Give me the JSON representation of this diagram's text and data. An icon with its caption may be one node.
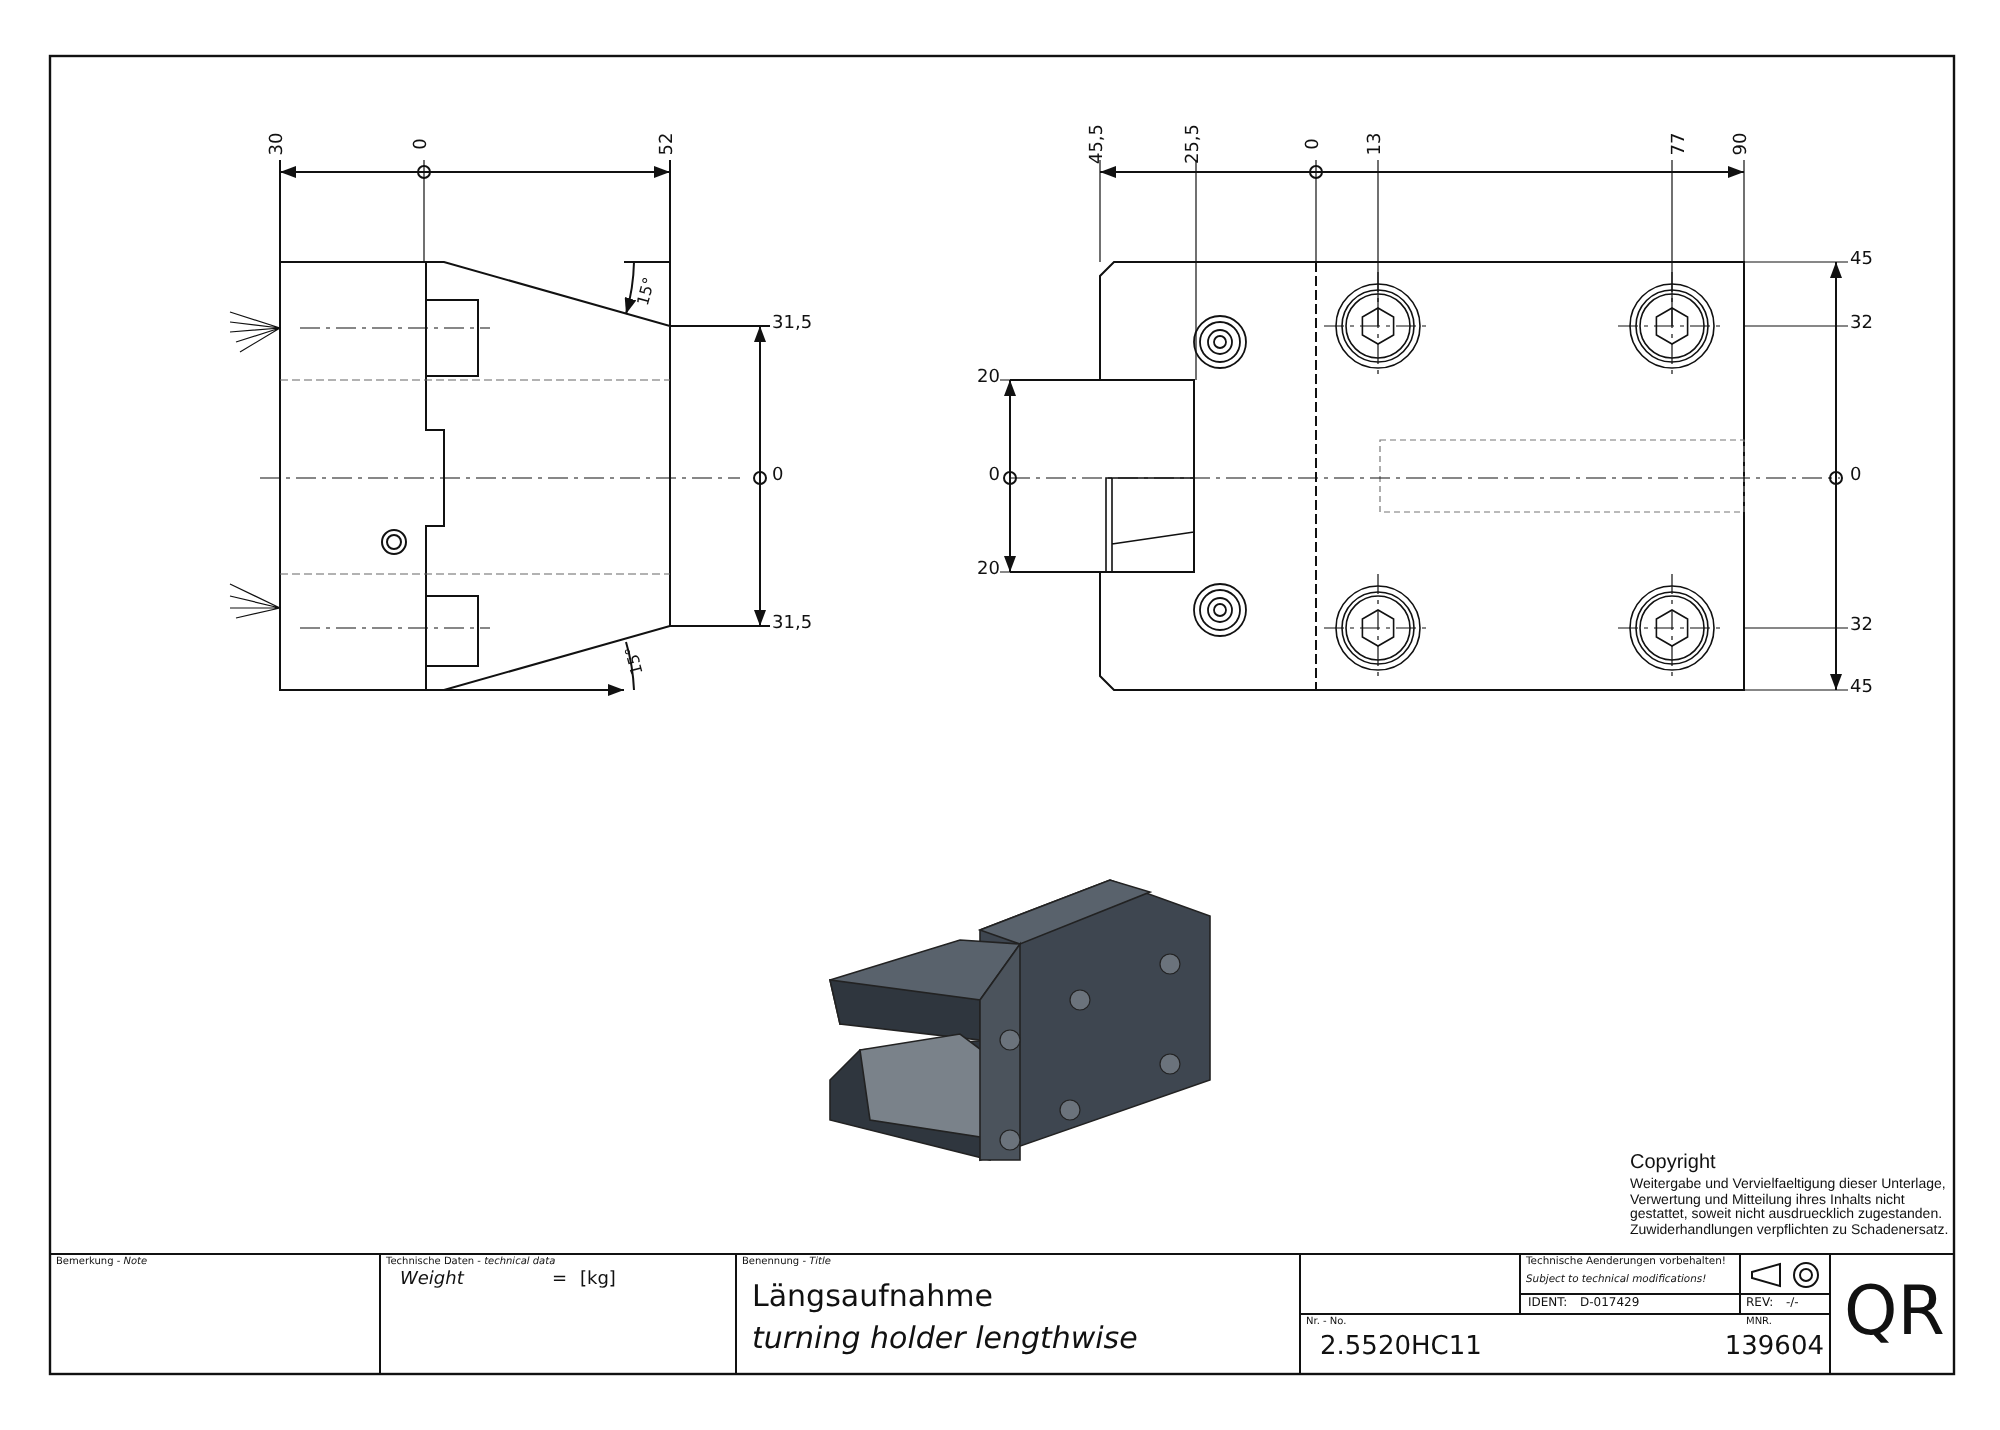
{
  "diagram": {
    "labels": [
      "30",
      "0",
      "52",
      "15°",
      "31,5",
      "0",
      "31,5",
      "15°",
      "45,5",
      "25,5",
      "0",
      "13",
      "77",
      "90",
      "45",
      "32",
      "20",
      "0",
      "0",
      "20",
      "32",
      "45",
      "Copyright",
      "Weitergabe und Vervielfaeltigung dieser Unterlage, Verwertung und Mitteilung ihres Inhalts nicht gestattet, soweit nicht ausdruecklich zugestanden. Zuwiderhandlungen verpflichten zu Schadenersatz.",
      "Bemerkung - *Note*",
      "Technische Daten - *technical data*",
      "Weight",
      "=",
      "[kg]",
      "Benennung - *Title*",
      "Längsaufnahme",
      "turning holder lengthwise",
      "Technische Aenderungen vorbehalten!",
      "Subject to technical modifications!",
      "IDENT:",
      "D-017429",
      "REV:",
      "-/-",
      "Nr. - No.",
      "2.5520HC11",
      "MNR.",
      "139604",
      "QR"
    ]
  }
}
